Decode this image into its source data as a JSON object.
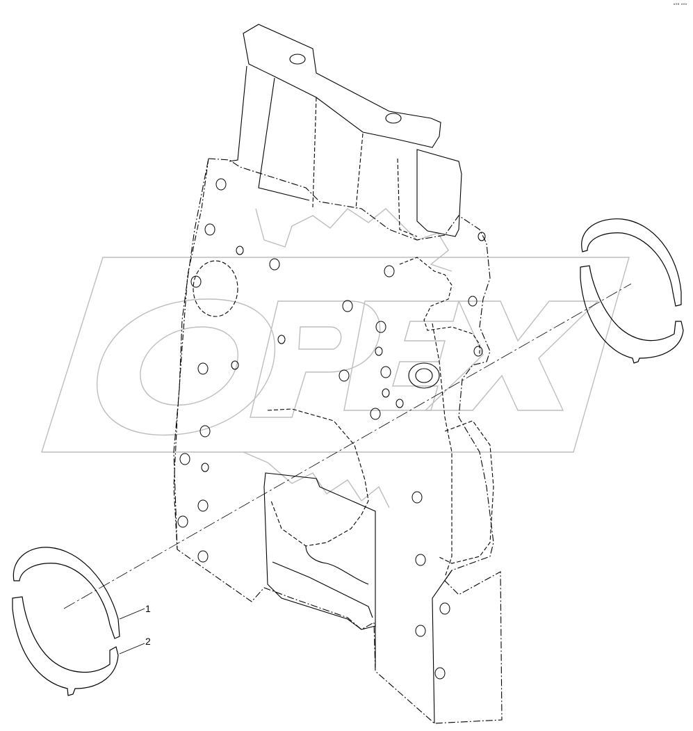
{
  "diagram": {
    "callouts": [
      {
        "label": "1"
      },
      {
        "label": "2"
      }
    ],
    "watermark": "OPEX",
    "corner_id": "ᵃ⁰⁸ ᵉᵉᵉ"
  },
  "colors": {
    "line": "#000000",
    "watermark": "#bdbdbd",
    "background": "#ffffff"
  }
}
